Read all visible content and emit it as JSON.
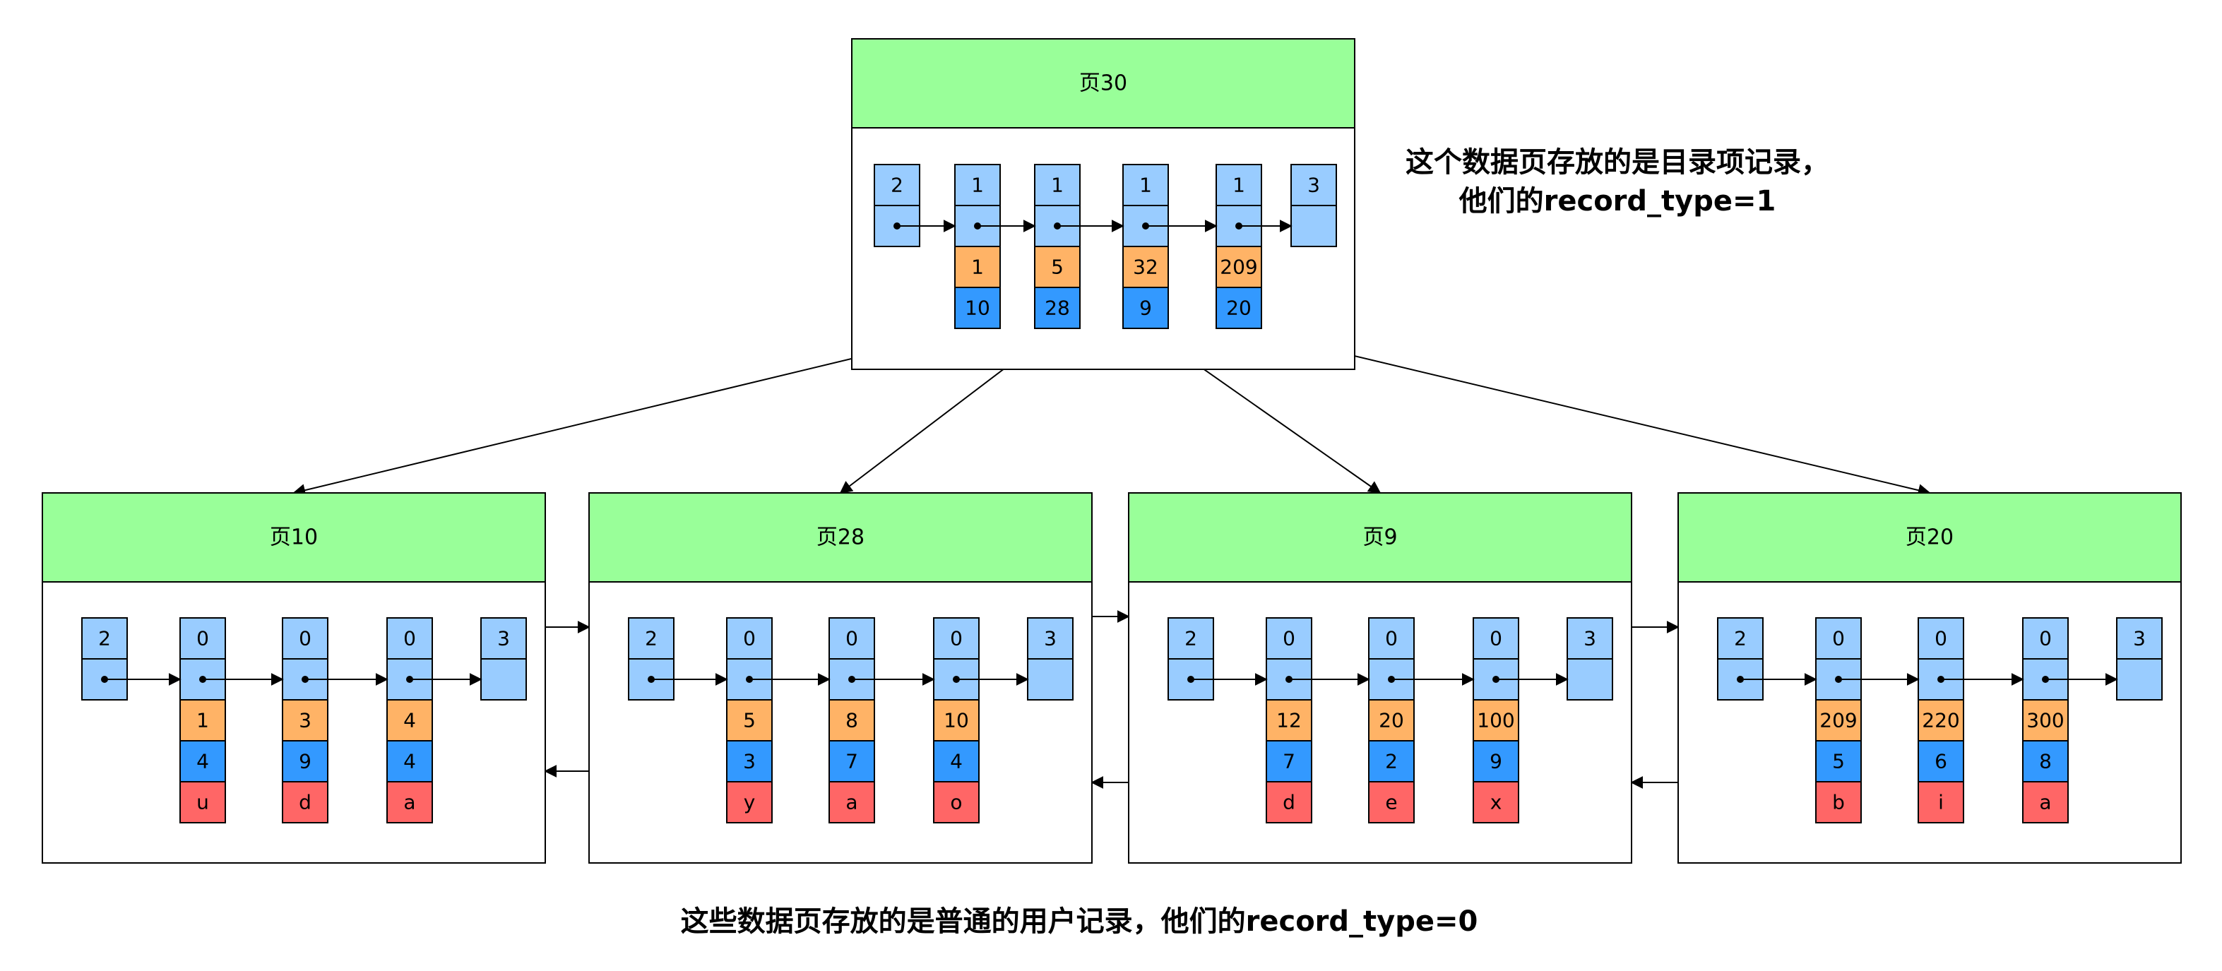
{
  "colors": {
    "header_green": "#99FF99",
    "cell_light_blue": "#99CCFF",
    "key_orange": "#FFB366",
    "page_blue": "#3399FF",
    "data_red": "#FF6666",
    "stroke": "#000000"
  },
  "root_page": {
    "title": "页30",
    "infimum": "2",
    "supremum": "3",
    "records": [
      {
        "type": "1",
        "key": "1",
        "child": "10"
      },
      {
        "type": "1",
        "key": "5",
        "child": "28"
      },
      {
        "type": "1",
        "key": "32",
        "child": "9"
      },
      {
        "type": "1",
        "key": "209",
        "child": "20"
      }
    ]
  },
  "leaf_pages": [
    {
      "title": "页10",
      "infimum": "2",
      "supremum": "3",
      "records": [
        {
          "type": "0",
          "key": "1",
          "col2": "4",
          "col3": "u"
        },
        {
          "type": "0",
          "key": "3",
          "col2": "9",
          "col3": "d"
        },
        {
          "type": "0",
          "key": "4",
          "col2": "4",
          "col3": "a"
        }
      ]
    },
    {
      "title": "页28",
      "infimum": "2",
      "supremum": "3",
      "records": [
        {
          "type": "0",
          "key": "5",
          "col2": "3",
          "col3": "y"
        },
        {
          "type": "0",
          "key": "8",
          "col2": "7",
          "col3": "a"
        },
        {
          "type": "0",
          "key": "10",
          "col2": "4",
          "col3": "o"
        }
      ]
    },
    {
      "title": "页9",
      "infimum": "2",
      "supremum": "3",
      "records": [
        {
          "type": "0",
          "key": "12",
          "col2": "7",
          "col3": "d"
        },
        {
          "type": "0",
          "key": "20",
          "col2": "2",
          "col3": "e"
        },
        {
          "type": "0",
          "key": "100",
          "col2": "9",
          "col3": "x"
        }
      ]
    },
    {
      "title": "页20",
      "infimum": "2",
      "supremum": "3",
      "records": [
        {
          "type": "0",
          "key": "209",
          "col2": "5",
          "col3": "b"
        },
        {
          "type": "0",
          "key": "220",
          "col2": "6",
          "col3": "i"
        },
        {
          "type": "0",
          "key": "300",
          "col2": "8",
          "col3": "a"
        }
      ]
    }
  ],
  "annotations": {
    "root_note_line1": "这个数据页存放的是目录项记录，",
    "root_note_line2": "他们的record_type=1",
    "leaf_note": "这些数据页存放的是普通的用户记录，他们的record_type=0"
  }
}
